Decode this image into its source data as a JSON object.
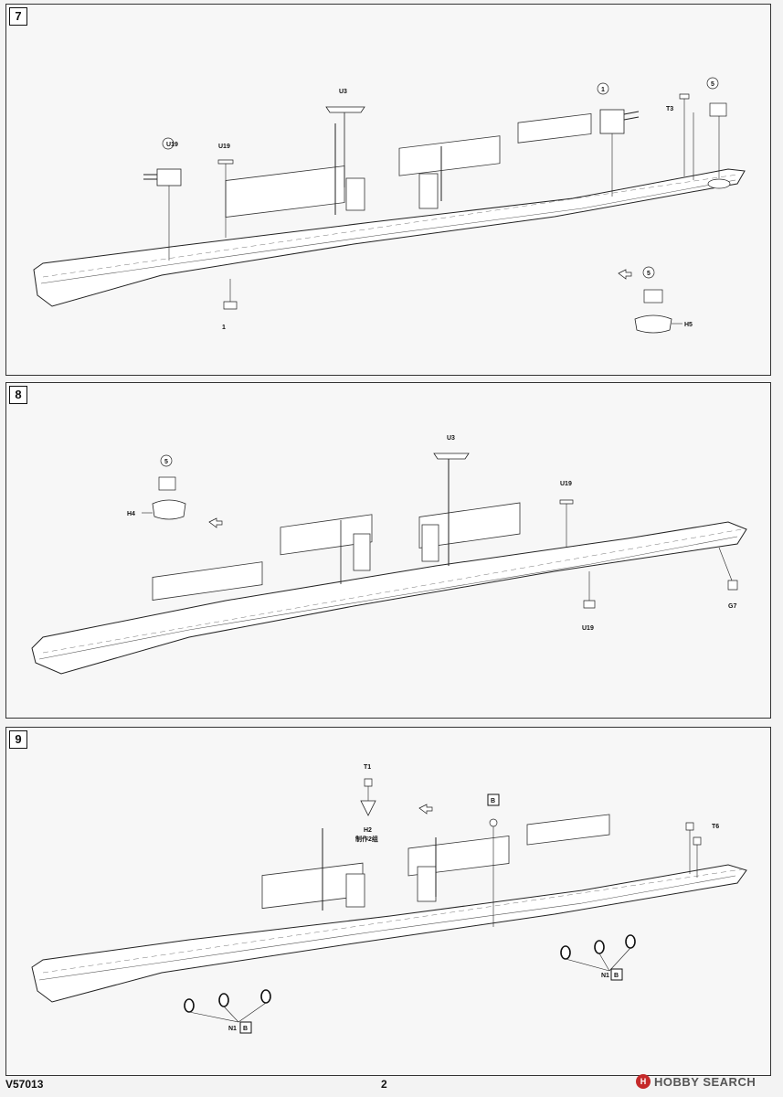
{
  "document": {
    "code": "V57013",
    "page_number": "2"
  },
  "watermark": {
    "text": "HOBBY SEARCH",
    "icon": "hobby-search-logo-icon",
    "color": "#c52a2a"
  },
  "steps": [
    {
      "number": "7",
      "labels": [
        "U3",
        "U19",
        "U19",
        "1",
        "1",
        "T3",
        "5",
        "5",
        "H5"
      ]
    },
    {
      "number": "8",
      "labels": [
        "U3",
        "5",
        "H4",
        "U19",
        "U19",
        "G7"
      ]
    },
    {
      "number": "9",
      "labels": [
        "T1",
        "H2",
        "制作2组",
        "B",
        "T6",
        "N1",
        "B",
        "N1",
        "B"
      ]
    }
  ]
}
